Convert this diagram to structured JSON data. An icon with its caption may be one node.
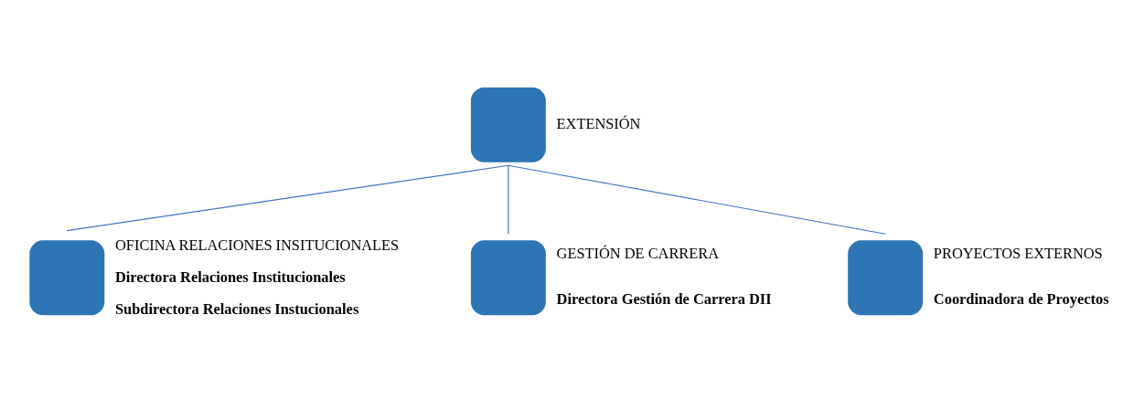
{
  "diagram": {
    "nodes": [
      {
        "text": [
          "EXTENSIÓN"
        ]
      },
      {
        "text": [
          "OFICINA RELACIONES INSITUCIONALES"
        ],
        "beside": [
          "Directora Relaciones Institucionales",
          "Subdirectora Relaciones Instucionales"
        ]
      },
      {
        "text": [
          "GESTIÓN DE CARRERA"
        ],
        "beside": [
          "Directora Gestión de Carrera DII"
        ]
      },
      {
        "text": [
          "PROYECTOS EXTERNOS"
        ],
        "beside": [
          "Coordinadora de Proyectos"
        ]
      }
    ],
    "edges": [
      {
        "from": 0,
        "to": 1,
        "arrow": "none"
      },
      {
        "from": 0,
        "to": 2,
        "arrow": "none"
      },
      {
        "from": 0,
        "to": 3,
        "arrow": "none"
      }
    ]
  }
}
